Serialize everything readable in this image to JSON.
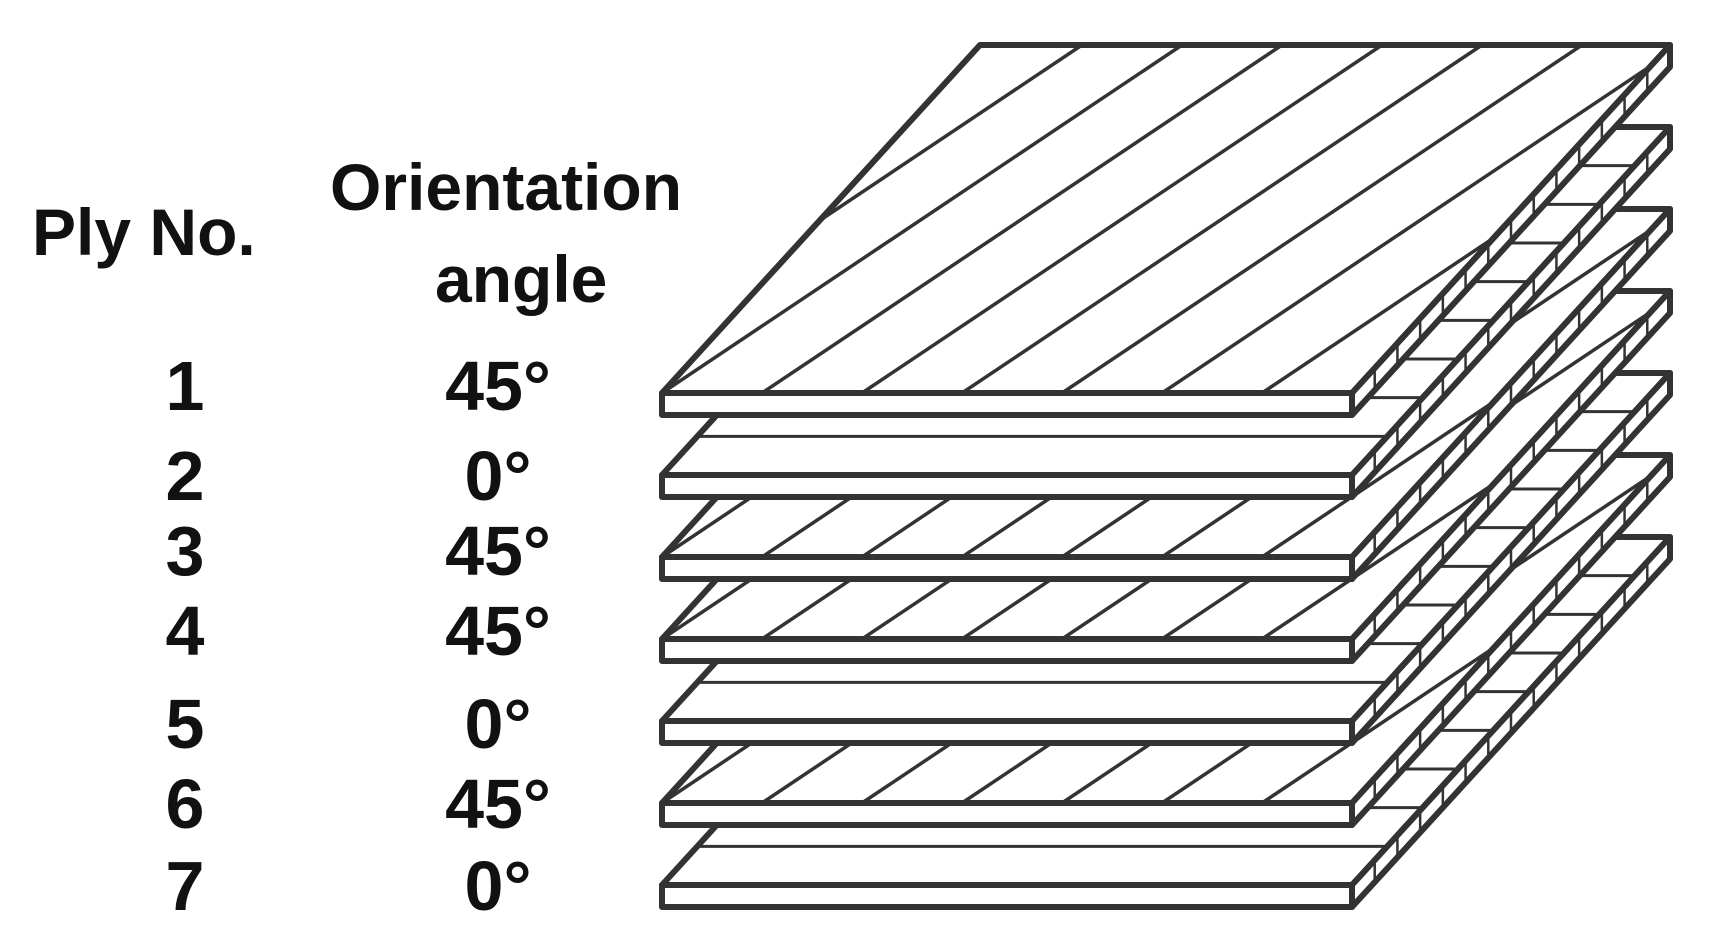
{
  "headers": {
    "ply_no": "Ply No.",
    "orientation_line1": "Orientation",
    "orientation_line2": "angle"
  },
  "plies": [
    {
      "number": "1",
      "angle": "45°",
      "pattern": "diagonal"
    },
    {
      "number": "2",
      "angle": "0°",
      "pattern": "parallel"
    },
    {
      "number": "3",
      "angle": "45°",
      "pattern": "diagonal"
    },
    {
      "number": "4",
      "angle": "45°",
      "pattern": "diagonal"
    },
    {
      "number": "5",
      "angle": "0°",
      "pattern": "parallel"
    },
    {
      "number": "6",
      "angle": "45°",
      "pattern": "diagonal"
    },
    {
      "number": "7",
      "angle": "0°",
      "pattern": "parallel"
    }
  ],
  "colors": {
    "stroke": "#333333",
    "fill": "#ffffff",
    "text": "#111111"
  }
}
